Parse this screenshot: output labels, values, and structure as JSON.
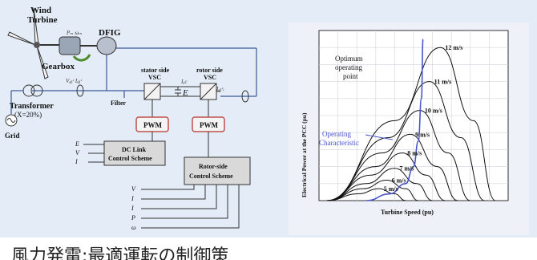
{
  "slide": {
    "caption": "風力発電:最適運転の制御策"
  },
  "schematic": {
    "wind_turbine_label_line1": "Wind",
    "wind_turbine_label_line2": "Turbine",
    "gearbox_label": "Gearbox",
    "dfig_label": "DFIG",
    "transformer_label_line1": "Transformer",
    "transformer_label_line2": "(X=20%)",
    "grid_label": "Grid",
    "filter_label": "Filter",
    "stator_vsc_label_line1": "stator side",
    "stator_vsc_label_line2": "VSC",
    "rotor_vsc_label_line1": "rotor side",
    "rotor_vsc_label_line2": "VSC",
    "dc_voltage_label": "E",
    "pwm_label": "PWM",
    "dc_link_control_line1": "DC Link",
    "dc_link_control_line2": "Control Scheme",
    "rotor_control_line1": "Rotor-side",
    "rotor_control_line2": "Control Scheme",
    "dc_inputs": [
      "E",
      "V",
      "I"
    ],
    "rotor_inputs": [
      "V",
      "I",
      "I",
      "P",
      "ω"
    ],
    "accent_red": "#c0504d",
    "block_fill": "#d9d9d9",
    "line_blue": "#3a5a9a"
  },
  "chart_data": {
    "type": "line",
    "xlabel": "Turbine Speed (pu)",
    "ylabel": "Electrical Power at the PCC (pu)",
    "series": [
      {
        "name": "5 m/s",
        "x": [
          0.05,
          0.25,
          0.38,
          0.48,
          0.55
        ],
        "y": [
          0.0,
          0.04,
          0.07,
          0.04,
          0.0
        ]
      },
      {
        "name": "6 m/s",
        "x": [
          0.05,
          0.28,
          0.43,
          0.55,
          0.63
        ],
        "y": [
          0.0,
          0.07,
          0.12,
          0.07,
          0.0
        ]
      },
      {
        "name": "7 m/s",
        "x": [
          0.05,
          0.3,
          0.48,
          0.62,
          0.72
        ],
        "y": [
          0.0,
          0.1,
          0.19,
          0.1,
          0.0
        ]
      },
      {
        "name": "8 m/s",
        "x": [
          0.05,
          0.33,
          0.53,
          0.68,
          0.8
        ],
        "y": [
          0.0,
          0.15,
          0.28,
          0.15,
          0.0
        ]
      },
      {
        "name": "9 m/s",
        "x": [
          0.05,
          0.36,
          0.58,
          0.75,
          0.88
        ],
        "y": [
          0.0,
          0.2,
          0.39,
          0.2,
          0.0
        ]
      },
      {
        "name": "10 m/s",
        "x": [
          0.05,
          0.4,
          0.64,
          0.82,
          0.96
        ],
        "y": [
          0.0,
          0.28,
          0.53,
          0.28,
          0.0
        ]
      },
      {
        "name": "11 m/s",
        "x": [
          0.05,
          0.44,
          0.7,
          0.9,
          1.05
        ],
        "y": [
          0.0,
          0.37,
          0.7,
          0.37,
          0.0
        ]
      },
      {
        "name": "12 m/s",
        "x": [
          0.05,
          0.48,
          0.77,
          0.98,
          1.12
        ],
        "y": [
          0.0,
          0.47,
          0.9,
          0.47,
          0.0
        ]
      }
    ],
    "operating_characteristic": {
      "x": [
        0.3,
        0.45,
        0.55,
        0.6,
        0.63,
        0.65,
        0.66
      ],
      "y": [
        0.0,
        0.04,
        0.1,
        0.2,
        0.35,
        0.6,
        0.95
      ]
    },
    "annotations": [
      "Optimum operating point",
      "Operating Characteristic"
    ],
    "xlim": [
      0,
      1.2
    ],
    "ylim": [
      0,
      1.0
    ],
    "grid": true
  }
}
